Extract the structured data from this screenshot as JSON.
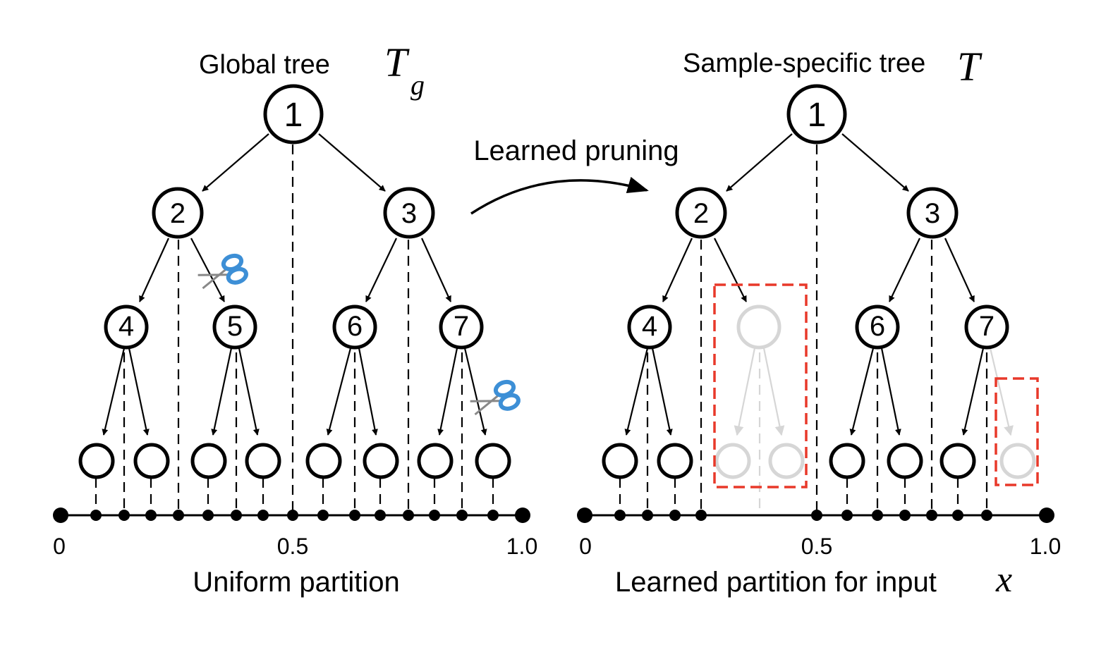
{
  "left_panel": {
    "title": "Global tree",
    "title_symbol": "T",
    "title_symbol_sub": "g",
    "caption": "Uniform partition",
    "axis_labels": {
      "start": "0",
      "mid": "0.5",
      "end": "1.0"
    },
    "nodes": [
      "1",
      "2",
      "3",
      "4",
      "5",
      "6",
      "7"
    ],
    "cut_marks": [
      "scissors-icon",
      "scissors-icon"
    ]
  },
  "arrow_label": "Learned pruning",
  "right_panel": {
    "title": "Sample-specific tree",
    "title_symbol": "T",
    "caption": "Learned partition for input",
    "caption_symbol": "x",
    "axis_labels": {
      "start": "0",
      "mid": "0.5",
      "end": "1.0"
    },
    "nodes": [
      "1",
      "2",
      "3",
      "4",
      "6",
      "7"
    ],
    "pruned_highlight_color": "#e8392a"
  },
  "colors": {
    "ink": "#000000",
    "pruned": "#d6d6d6",
    "scissors_blue": "#3d8fd6"
  }
}
